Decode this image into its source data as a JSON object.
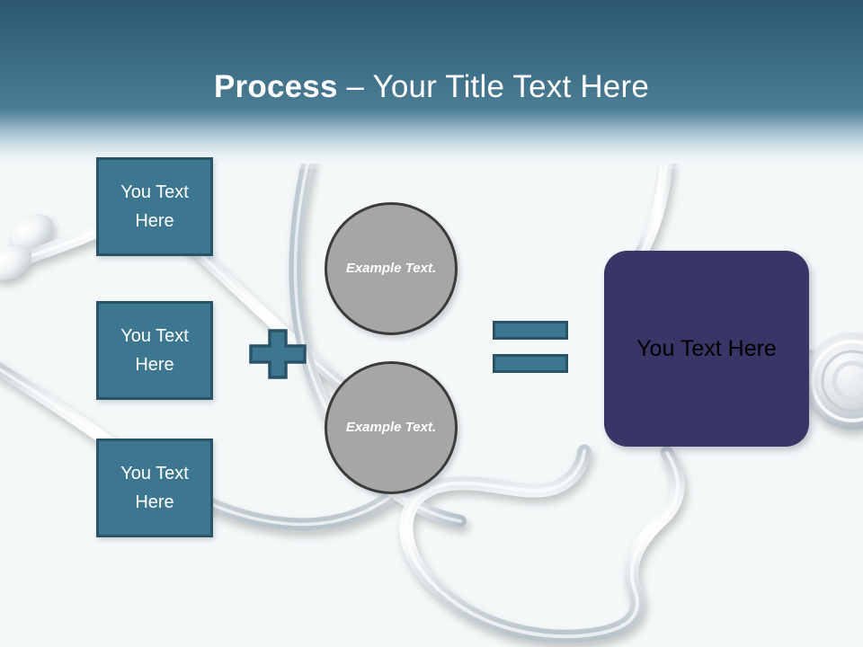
{
  "slide": {
    "title_strong": "Process",
    "title_rest": " – Your Title Text Here",
    "background_theme": "stethoscope-medical",
    "colors": {
      "header_top": "#2d5770",
      "header_bottom": "#f4f8f9",
      "box_fill": "#3c768f",
      "box_border": "#2b5368",
      "circle_fill": "#a6a6a6",
      "circle_border": "#3b3b3b",
      "result_fill": "#393566",
      "canvas": "#f4f8f9"
    }
  },
  "inputs": {
    "boxes": [
      {
        "label": "You Text Here"
      },
      {
        "label": "You Text Here"
      },
      {
        "label": "You Text Here"
      }
    ]
  },
  "operators": {
    "plus": "+",
    "equals": "="
  },
  "circles": [
    {
      "label": "Example Text."
    },
    {
      "label": "Example Text."
    }
  ],
  "result": {
    "label": "You Text Here"
  }
}
